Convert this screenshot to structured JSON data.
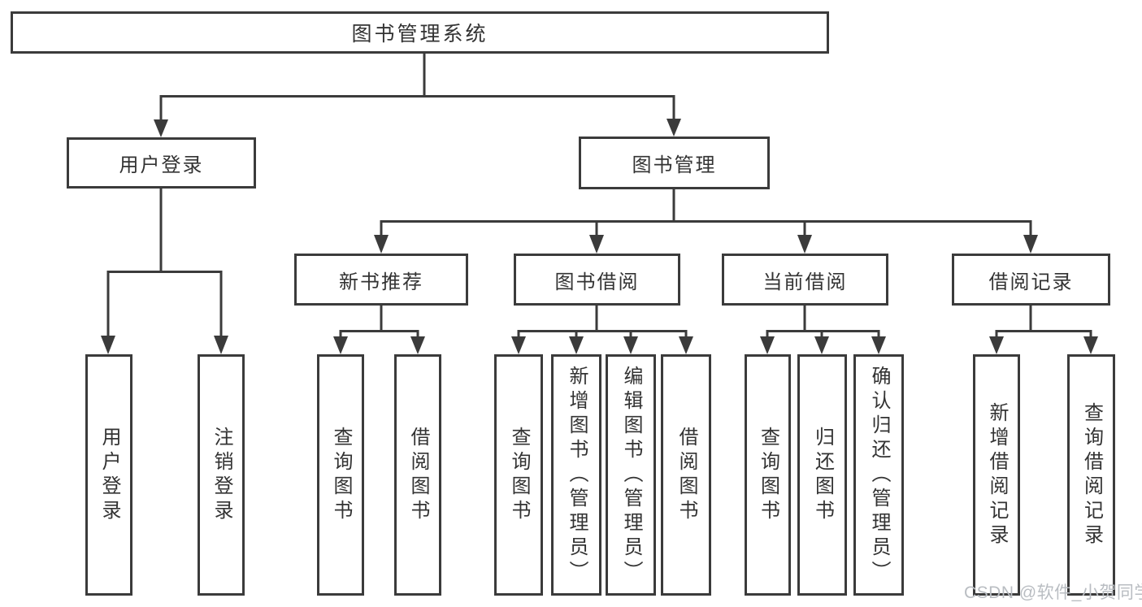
{
  "diagram_title": "图书管理系统",
  "tree": {
    "label": "图书管理系统",
    "children": [
      {
        "label": "用户登录",
        "children": [
          {
            "label": "用户登录"
          },
          {
            "label": "注销登录"
          }
        ]
      },
      {
        "label": "图书管理",
        "children": [
          {
            "label": "新书推荐",
            "children": [
              {
                "label": "查询图书"
              },
              {
                "label": "借阅图书"
              }
            ]
          },
          {
            "label": "图书借阅",
            "children": [
              {
                "label": "查询图书"
              },
              {
                "label": "新增图书（管理员）"
              },
              {
                "label": "编辑图书（管理员）"
              },
              {
                "label": "借阅图书"
              }
            ]
          },
          {
            "label": "当前借阅",
            "children": [
              {
                "label": "查询图书"
              },
              {
                "label": "归还图书"
              },
              {
                "label": "确认归还（管理员）"
              }
            ]
          },
          {
            "label": "借阅记录",
            "children": [
              {
                "label": "新增借阅记录"
              },
              {
                "label": "查询借阅记录"
              }
            ]
          }
        ]
      }
    ]
  },
  "watermark": "CSDN @软件_小贺同学",
  "colors": {
    "line": "#3b3b3b",
    "text": "#333333",
    "watermark": "#b9bdc2",
    "background": "#ffffff"
  }
}
